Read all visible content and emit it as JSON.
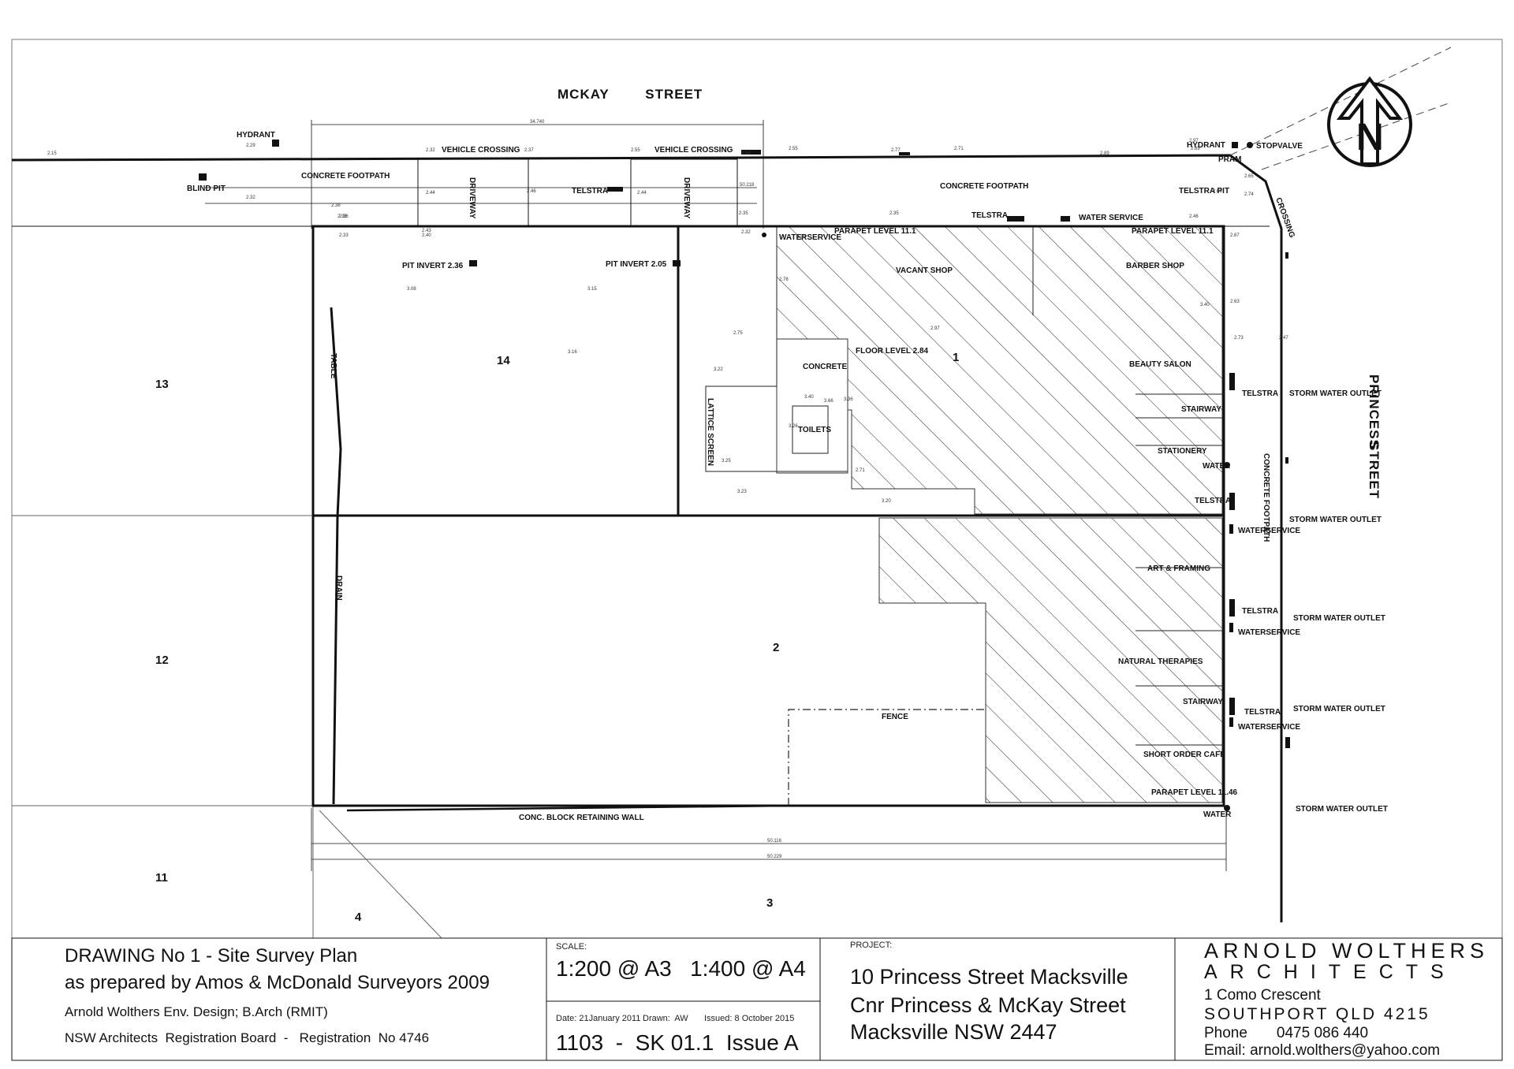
{
  "streets": {
    "mckay": "MCKAY        STREET",
    "princess_1": "PRINCESS",
    "princess_2": "STREET"
  },
  "lots": {
    "lot_13": "13",
    "lot_12": "12",
    "lot_11": "11",
    "lot_14": "14",
    "lot_1": "1",
    "lot_2": "2",
    "lot_3": "3",
    "lot_4": "4"
  },
  "labels": {
    "hydrant_left": "HYDRANT",
    "blind_pit": "BLIND PIT",
    "concrete_footpath_left": "CONCRETE FOOTPATH",
    "vehicle_crossing_1": "VEHICLE CROSSING",
    "vehicle_crossing_2": "VEHICLE CROSSING",
    "driveway_1": "DRIVEWAY",
    "driveway_2": "DRIVEWAY",
    "telstra_footpath": "TELSTRA",
    "concrete_footpath_right": "CONCRETE FOOTPATH",
    "telstra_top": "TELSTRA",
    "water_service_top": "WATER SERVICE",
    "hydrant_right": "HYDRANT",
    "stopvalve": "STOPVALVE",
    "pram": "PRAM",
    "crossing": "CROSSING",
    "telstra_pit": "TELSTRA PIT",
    "pit_invert_1": "PIT INVERT 2.36",
    "pit_invert_2": "PIT INVERT 2.05",
    "waterservice_corner": "WATERSERVICE",
    "parapet_1": "PARAPET LEVEL 11.1",
    "parapet_2": "PARAPET LEVEL 11.1",
    "vacant_shop": "VACANT SHOP",
    "barber_shop": "BARBER SHOP",
    "table": "TABLE",
    "concrete": "CONCRETE",
    "floor_level": "FLOOR LEVEL 2.84",
    "lattice_screen": "LATTICE SCREEN",
    "toilets": "TOILETS",
    "beauty_salon": "BEAUTY SALON",
    "telstra_r1": "TELSTRA",
    "storm_1": "STORM WATER OUTLET",
    "stairway_1": "STAIRWAY",
    "stationery": "STATIONERY",
    "water_r1": "WATER",
    "telstra_r2": "TELSTRA",
    "concrete_footpath_vert": "CONCRETE FOOTPATH",
    "waterservice_r1": "WATERSERVICE",
    "storm_2": "STORM WATER OUTLET",
    "drain": "DRAIN",
    "art_framing": "ART & FRAMING",
    "telstra_r3": "TELSTRA",
    "waterservice_r2": "WATERSERVICE",
    "storm_3": "STORM WATER OUTLET",
    "natural_therapies": "NATURAL THERAPIES",
    "stairway_2": "STAIRWAY",
    "telstra_r4": "TELSTRA",
    "waterservice_r3": "WATERSERVICE",
    "storm_4": "STORM WATER OUTLET",
    "fence": "FENCE",
    "short_order_cafe": "SHORT ORDER CAFE",
    "parapet_3": "PARAPET LEVEL 11.46",
    "storm_5": "STORM WATER OUTLET",
    "retaining_wall": "CONC. BLOCK RETAINING WALL",
    "water_bottom": "WATER"
  },
  "dimensions": {
    "top": "34.740",
    "footpath": "50.218",
    "bottom_1": "50.116",
    "bottom_2": "50.229"
  },
  "spot_levels": [
    "2.15",
    "2.29",
    "2.32",
    "2.38",
    "2.36",
    "2.32",
    "2.44",
    "2.37",
    "2.46",
    "2.55",
    "2.44",
    "2.54",
    "2.55",
    "2.77",
    "2.71",
    "2.89",
    "2.97",
    "2.65",
    "2.74",
    "2.40",
    "2.43",
    "2.33",
    "2.33",
    "2.35",
    "2.32",
    "2.39",
    "2.35",
    "2.46",
    "2.66",
    "2.89",
    "2.87",
    "2.63",
    "2.73",
    "2.47",
    "3.40",
    "3.08",
    "3.15",
    "3.16",
    "2.78",
    "2.75",
    "2.97",
    "3.40",
    "3.66",
    "3.22",
    "3.25",
    "3.23",
    "3.26",
    "3.36",
    "2.71",
    "3.20"
  ],
  "title_block": {
    "drawing_title": "DRAWING No 1 - Site Survey Plan",
    "prepared_by": "as prepared by Amos & McDonald Surveyors 2009",
    "designer": "Arnold Wolthers Env. Design; B.Arch (RMIT)",
    "registration": "NSW Architects  Registration Board  -   Registration  No 4746",
    "scale_label": "SCALE:",
    "scale_value": "1:200 @ A3   1:400 @ A4",
    "date": "Date: 21January 2011",
    "drawn": "Drawn:  AW",
    "issued": "Issued: 8 October 2015",
    "drawing_ref": "1103  -  SK 01.1  Issue A",
    "project_label": "PROJECT:",
    "project_line1": "10 Princess Street Macksville",
    "project_line2": "Cnr Princess & McKay Street",
    "project_line3": "Macksville NSW 2447",
    "firm_name": "ARNOLD WOLTHERS",
    "firm_type": "ARCHITECTS",
    "address_1": "1 Como Crescent",
    "address_2": "SOUTHPORT QLD 4215",
    "phone": "Phone       0475 086 440",
    "email": "Email: arnold.wolthers@yahoo.com"
  },
  "north_arrow": "N"
}
